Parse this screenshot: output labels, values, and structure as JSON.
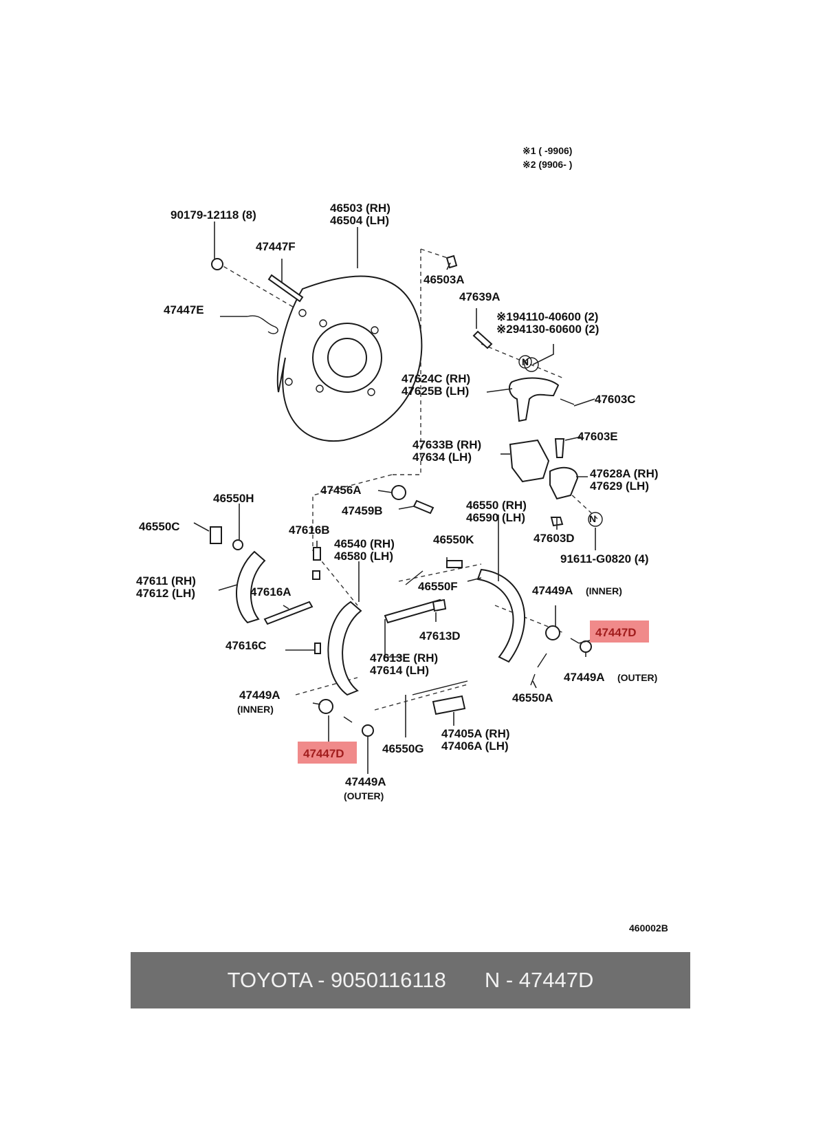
{
  "legend": {
    "line1": "※1 (      -9906)",
    "line2": "※2 (9906-       )"
  },
  "labels": {
    "l90179": "90179-12118 (8)",
    "l46503": "46503 (RH)",
    "l46504": "46504 (LH)",
    "l47447F": "47447F",
    "l47447E": "47447E",
    "l46503A": "46503A",
    "l47639A": "47639A",
    "l94110": "※194110-40600 (2)",
    "l94130": "※294130-60600 (2)",
    "n1": "N",
    "l47624C": "47624C (RH)",
    "l47625B": "47625B (LH)",
    "l47603C": "47603C",
    "l47603E": "47603E",
    "l47633B": "47633B (RH)",
    "l47634": "47634 (LH)",
    "l47628A": "47628A (RH)",
    "l47629": "47629 (LH)",
    "l47456A": "47456A",
    "l47459B": "47459B",
    "l46550H": "46550H",
    "l46550C": "46550C",
    "l46550": "46550 (RH)",
    "l46590": "46590 (LH)",
    "n2": "N",
    "l47603D": "47603D",
    "l91611": "91611-G0820 (4)",
    "l47616B": "47616B",
    "l46540": "46540 (RH)",
    "l46580": "46580 (LH)",
    "l46550K": "46550K",
    "l46550F": "46550F",
    "l47611": "47611 (RH)",
    "l47612": "47612 (LH)",
    "l47616A": "47616A",
    "l47449A_in_r": "47449A",
    "l47449A_in_r_note": "(INNER)",
    "l47447D_r": "47447D",
    "l47613D": "47613D",
    "l47616C": "47616C",
    "l47613E": "47613E (RH)",
    "l47614": "47614 (LH)",
    "l47449A_out_r": "47449A",
    "l47449A_out_r_note": "(OUTER)",
    "l46550A": "46550A",
    "l47449A_in_l": "47449A",
    "l47449A_in_l_note": "(INNER)",
    "l47405A": "47405A (RH)",
    "l47406A": "47406A (LH)",
    "l46550G": "46550G",
    "l47447D_l": "47447D",
    "l47449A_out_l": "47449A",
    "l47449A_out_l_note": "(OUTER)",
    "diagram_code": "460002B"
  },
  "caption": {
    "part_number": "TOYOTA - 9050116118",
    "reference": "N - 47447D"
  },
  "colors": {
    "highlight": "#f08a8a",
    "caption_bg": "#6f6f6f",
    "caption_text": "#f2f2f2"
  }
}
